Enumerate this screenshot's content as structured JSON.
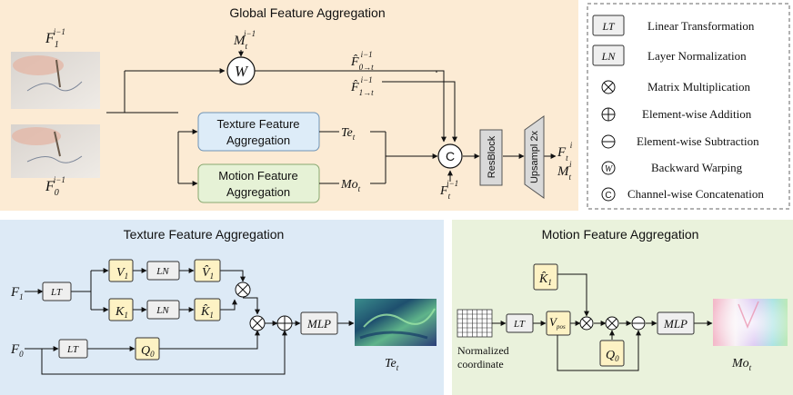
{
  "global": {
    "title": "Global Feature Aggregation",
    "frame1_label": "F",
    "frame1_sup": "i−1",
    "frame1_sub": "1",
    "frame0_label": "F",
    "frame0_sup": "i−1",
    "frame0_sub": "0",
    "mask_label": "M",
    "mask_sup": "i−1",
    "mask_sub": "t",
    "warp_symbol": "W",
    "warped0_label": "F̂",
    "warped0_sup": "i−1",
    "warped0_sub": "0→t",
    "warped1_label": "F̂",
    "warped1_sup": "i−1",
    "warped1_sub": "1→t",
    "texture_box_line1": "Texture Feature",
    "texture_box_line2": "Aggregation",
    "motion_box_line1": "Motion Feature",
    "motion_box_line2": "Aggregation",
    "te_label": "Te",
    "te_sub": "t",
    "mo_label": "Mo",
    "mo_sub": "t",
    "concat_symbol": "C",
    "ft_label": "F",
    "ft_sup": "i−1",
    "ft_sub": "t",
    "resblock": "ResBlock",
    "upsample": "Upsampl 2x",
    "out_f_label": "F",
    "out_f_sup": "i",
    "out_f_sub": "t",
    "out_m_label": "M",
    "out_m_sup": "i",
    "out_m_sub": "t"
  },
  "legend": {
    "items": [
      {
        "symbol": "LT",
        "text": "Linear Transformation"
      },
      {
        "symbol": "LN",
        "text": "Layer Normalization"
      },
      {
        "symbol": "⊗",
        "text": "Matrix Multiplication"
      },
      {
        "symbol": "⊕",
        "text": "Element-wise Addition"
      },
      {
        "symbol": "⊖",
        "text": "Element-wise Subtraction"
      },
      {
        "symbol": "W",
        "text": "Backward Warping"
      },
      {
        "symbol": "C",
        "text": "Channel-wise Concatenation"
      }
    ]
  },
  "texture": {
    "title": "Texture Feature Aggregation",
    "f1": "F",
    "f1_sub": "1",
    "f0": "F",
    "f0_sub": "0",
    "lt": "LT",
    "ln": "LN",
    "v1": "V",
    "v1_sub": "1",
    "vhat1": "V̂",
    "vhat1_sub": "1",
    "k1": "K",
    "k1_sub": "1",
    "khat1": "K̂",
    "khat1_sub": "1",
    "q0": "Q",
    "q0_sub": "0",
    "mlp": "MLP",
    "output_label": "Te",
    "output_sub": "t"
  },
  "motion": {
    "title": "Motion Feature Aggregation",
    "grid_label_line1": "Normalized",
    "grid_label_line2": "coordinate",
    "lt": "LT",
    "khat1": "K̂",
    "khat1_sub": "1",
    "vpos": "V",
    "vpos_sub": "pos",
    "q0": "Q",
    "q0_sub": "0",
    "mlp": "MLP",
    "output_label": "Mo",
    "output_sub": "t"
  },
  "colors": {
    "global_bg": "#fcebd4",
    "texture_bg": "#ddeaf6",
    "motion_bg": "#eaf2dc",
    "texture_box": "#ddecf8",
    "motion_box": "#e6f2d6",
    "yellow_box": "#fdf2c4",
    "gray_box": "#efefef",
    "resblock_box": "#d9d9d9"
  }
}
